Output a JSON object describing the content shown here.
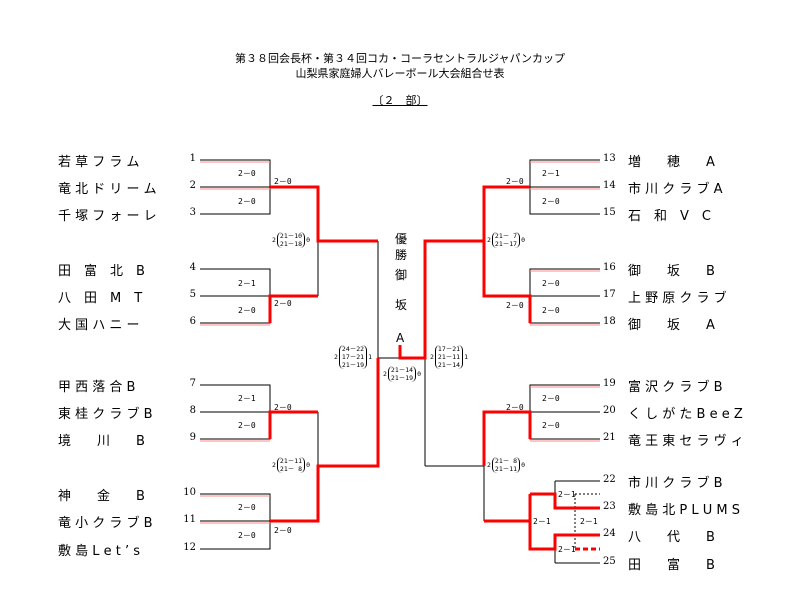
{
  "header": {
    "title1": "第３８回会長杯・第３４回コカ・コーラセントラルジャパンカップ",
    "title2": "山梨県家庭婦人バレーボール大会組合せ表",
    "division": "〔２　部〕"
  },
  "champion": {
    "label": [
      "優",
      "勝"
    ],
    "team": [
      "御",
      "坂"
    ],
    "suffix": "A"
  },
  "left_teams": [
    {
      "no": "1",
      "name": "若 草 フ ラ ム"
    },
    {
      "no": "2",
      "name": "竜 北 ド リ ー ム"
    },
    {
      "no": "3",
      "name": "千 塚 フ ォ ー レ"
    },
    {
      "no": "4",
      "name": "田　富　北　B"
    },
    {
      "no": "5",
      "name": "八　田　M　T"
    },
    {
      "no": "6",
      "name": "大 国 ハ ニ ー"
    },
    {
      "no": "7",
      "name": "甲 西 落 合 B"
    },
    {
      "no": "8",
      "name": "東 桂 ク ラ ブ B"
    },
    {
      "no": "9",
      "name": "境　　川　　B"
    },
    {
      "no": "10",
      "name": "神　　金　　B"
    },
    {
      "no": "11",
      "name": "竜 小 ク ラ ブ B"
    },
    {
      "no": "12",
      "name": "敷 島 L e t ’ s"
    }
  ],
  "right_teams": [
    {
      "no": "13",
      "name": "増　　穂　　A"
    },
    {
      "no": "14",
      "name": "市 川 ク ラ ブ A"
    },
    {
      "no": "15",
      "name": "石　和　V　C"
    },
    {
      "no": "16",
      "name": "御　　坂　　B"
    },
    {
      "no": "17",
      "name": "上 野 原 ク ラ ブ"
    },
    {
      "no": "18",
      "name": "御　　坂　　A"
    },
    {
      "no": "19",
      "name": "富 沢 ク ラ ブ B"
    },
    {
      "no": "20",
      "name": "く し が た B e e Z"
    },
    {
      "no": "21",
      "name": "竜 王 東 セ ラ ヴ ィ"
    },
    {
      "no": "22",
      "name": "市 川 ク ラ ブ B"
    },
    {
      "no": "23",
      "name": "敷 島 北 P L U M S"
    },
    {
      "no": "24",
      "name": "八　　代　　B"
    },
    {
      "no": "25",
      "name": "田　　富　　B"
    }
  ],
  "scores": {
    "l1": [
      "2－0",
      "2－0",
      "2－0"
    ],
    "l2": [
      "2－1",
      "2－0",
      "2－0"
    ],
    "l3": [
      "2－1",
      "2－0",
      "2－0"
    ],
    "l4": [
      "2－0",
      "2－0",
      "2－0"
    ],
    "r1": [
      "2－1",
      "2－0",
      "2－0"
    ],
    "r2": [
      "2－0",
      "2－0",
      "2－0"
    ],
    "r3": [
      "2－0",
      "2－0",
      "2－0"
    ],
    "r4": [
      "2－1",
      "2－1",
      "2－1",
      "2－1"
    ],
    "lq1": {
      "l": "2",
      "sets": [
        "21－10",
        "21－18"
      ],
      "r": "0"
    },
    "lq2": {
      "l": "2",
      "sets": [
        "21－11",
        "21－ 8"
      ],
      "r": "0"
    },
    "rq1": {
      "l": "2",
      "sets": [
        "21－ 7",
        "21－17"
      ],
      "r": "0"
    },
    "rq2": {
      "l": "2",
      "sets": [
        "21－ 8",
        "21－11"
      ],
      "r": "0"
    },
    "lsemi": {
      "l": "2",
      "sets": [
        "24－22",
        "17－21",
        "21－19"
      ],
      "r": "1"
    },
    "rsemi": {
      "l": "2",
      "sets": [
        "17－21",
        "21－11",
        "21－14"
      ],
      "r": "1"
    },
    "final": {
      "l": "2",
      "sets": [
        "21－14",
        "21－19"
      ],
      "r": "0"
    }
  },
  "colors": {
    "win": "#ff0000",
    "line": "#000000"
  }
}
